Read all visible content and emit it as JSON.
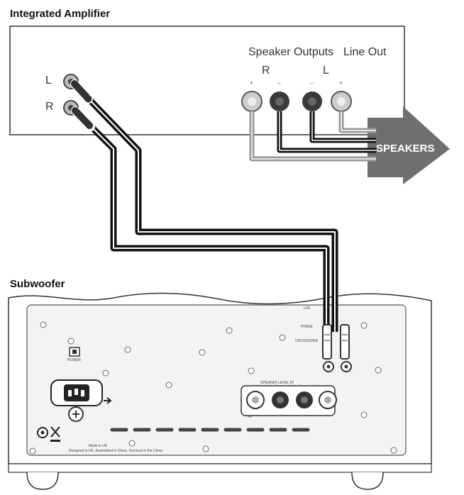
{
  "amplifier": {
    "title": "Integrated Amplifier",
    "left_label": "L",
    "right_label": "R",
    "speaker_outputs_label": "Speaker Outputs",
    "line_out_label": "Line Out",
    "speaker_r_label": "R",
    "speaker_l_label": "L",
    "plus_sign": "+",
    "minus_sign": "–",
    "arrow_label": "SPEAKERS"
  },
  "subwoofer": {
    "title": "Subwoofer",
    "power_label": "POWER",
    "speaker_level_label": "SPEAKER LEVEL IN",
    "phase_label": "PHASE",
    "lfe_label": "LFE",
    "crossover_label": "CROSSOVER",
    "fine_print_1": "Made in UK",
    "fine_print_2": "Designed in UK. Assembled in China. Serviced in the China"
  },
  "colors": {
    "cable_black": "#111111",
    "cable_grey": "#9a9a9a",
    "arrow": "#6f6f6f",
    "jack_red_grey": "#c8c8c8",
    "jack_dark": "#3a3a3a"
  }
}
